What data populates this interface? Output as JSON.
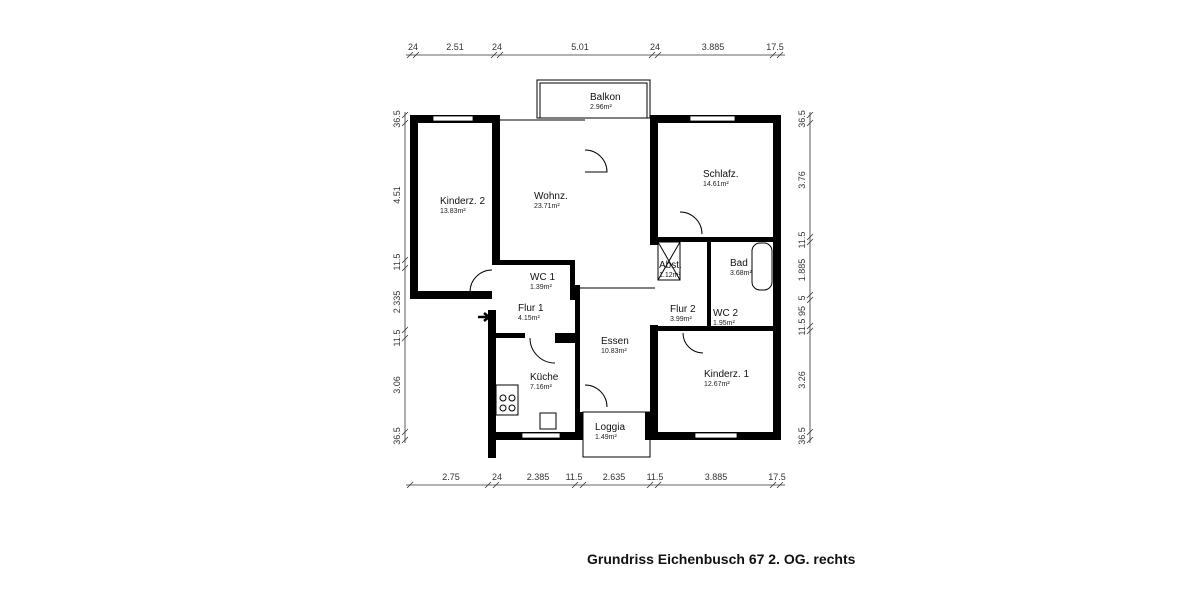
{
  "title": "Grundriss Eichenbusch 67 2. OG. rechts",
  "dimensions": {
    "top": [
      "24",
      "2.51",
      "24",
      "5.01",
      "24",
      "3.885",
      "17.5"
    ],
    "bottom": [
      "2.75",
      "24",
      "2.385",
      "11.5",
      "2.635",
      "11.5",
      "3.885",
      "17.5"
    ],
    "left": [
      "36.5",
      "4.51",
      "11.5",
      "2.335",
      "11.5",
      "3.06",
      "36.5"
    ],
    "right": [
      "36.5",
      "3.76",
      "11.5",
      "1.885",
      "5",
      "95",
      "11.5",
      "3.26",
      "36.5"
    ]
  },
  "rooms": [
    {
      "name": "Balkon",
      "area": "2.96m²"
    },
    {
      "name": "Kinderz. 2",
      "area": "13.83m²"
    },
    {
      "name": "Wohnz.",
      "area": "23.71m²"
    },
    {
      "name": "Schlafz.",
      "area": "14.61m²"
    },
    {
      "name": "WC 1",
      "area": "1.39m²"
    },
    {
      "name": "Flur 1",
      "area": "4.15m²"
    },
    {
      "name": "Abst.",
      "area": "1.12m²"
    },
    {
      "name": "Bad",
      "area": "3.68m²"
    },
    {
      "name": "Flur 2",
      "area": "3.99m²"
    },
    {
      "name": "WC 2",
      "area": "1.95m²"
    },
    {
      "name": "Essen",
      "area": "10.83m²"
    },
    {
      "name": "Küche",
      "area": "7.16m²"
    },
    {
      "name": "Kinderz. 1",
      "area": "12.67m²"
    },
    {
      "name": "Loggia",
      "area": "1.49m²"
    }
  ]
}
